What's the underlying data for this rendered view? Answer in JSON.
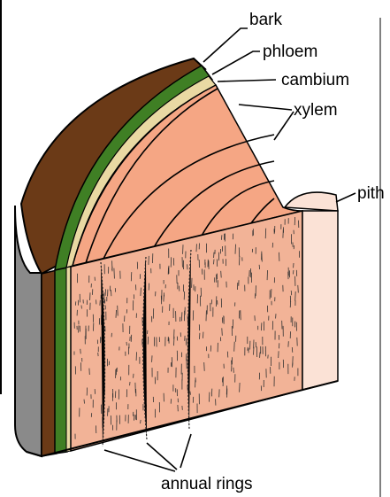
{
  "diagram": {
    "labels": {
      "bark": "bark",
      "phloem": "phloem",
      "cambium": "cambium",
      "xylem": "xylem",
      "pith": "pith",
      "annual_rings": "annual rings"
    },
    "colors": {
      "bark": "#6b3a17",
      "phloem": "#3f7f24",
      "cambium": "#e9d9a3",
      "xylem": "#f5a684",
      "xylem_side": "#f2b397",
      "pith": "#fbe2d6",
      "outer_edge": "#8a8a8a"
    }
  }
}
